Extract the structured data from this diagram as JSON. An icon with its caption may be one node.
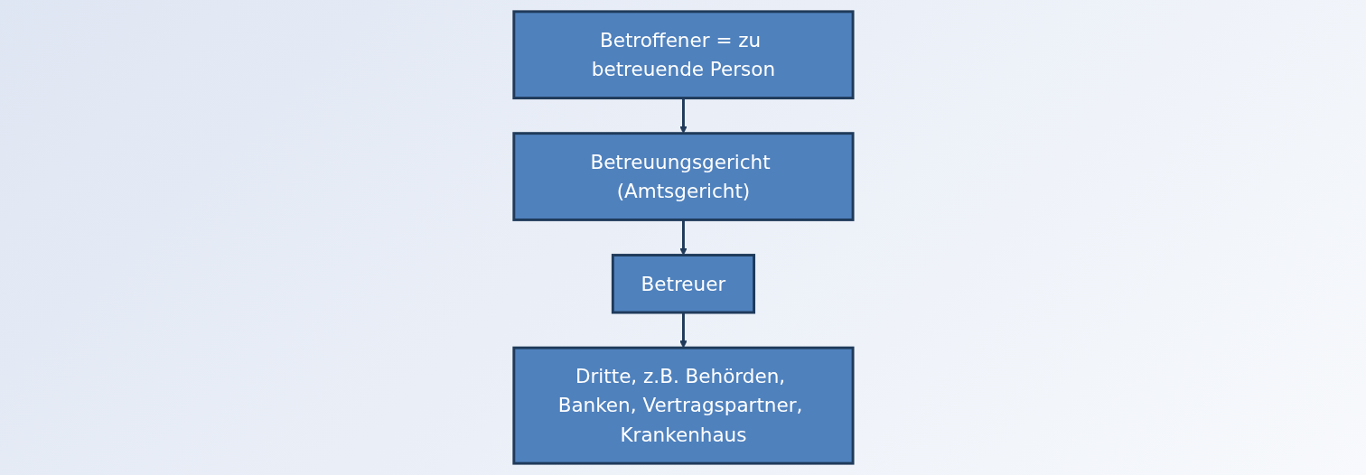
{
  "diagram": {
    "nodes": [
      {
        "text": [
          "Betroffener = zu betreuende Person"
        ]
      },
      {
        "text": [
          "Betreuungsgericht (Amtsgericht)"
        ]
      },
      {
        "text": [
          "Betreuer"
        ]
      },
      {
        "text": [
          "Dritte, z.B. Behörden, Banken, Vertragspartner, Krankenhaus"
        ]
      }
    ],
    "edges": [
      {
        "from": 0,
        "to": 1,
        "arrow": "to"
      },
      {
        "from": 1,
        "to": 2,
        "arrow": "to"
      },
      {
        "from": 2,
        "to": 3,
        "arrow": "to"
      }
    ]
  }
}
